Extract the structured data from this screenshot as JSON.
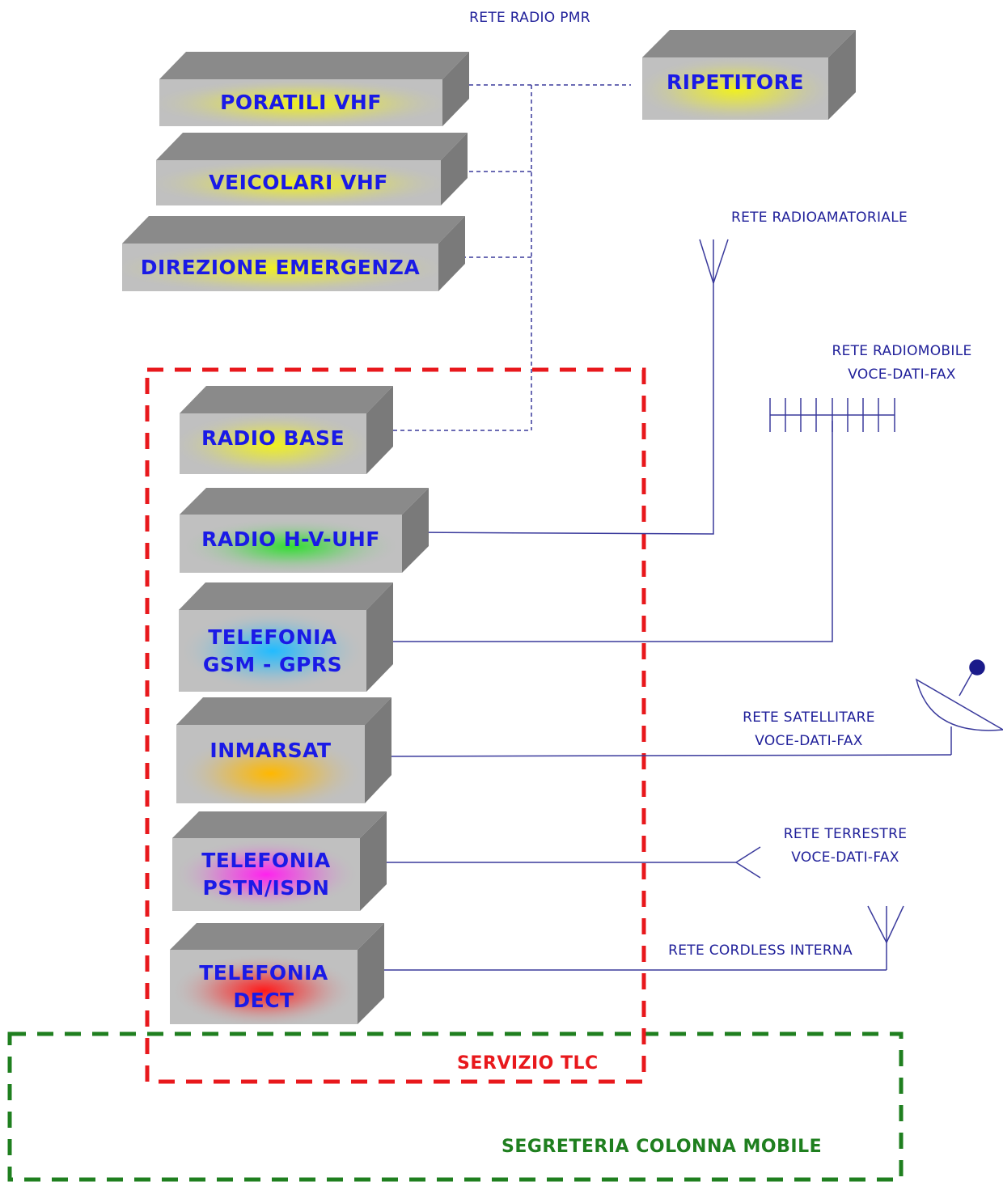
{
  "colors": {
    "text_blue": "#1a1ae6",
    "net_text": "#20209a",
    "line_blue": "#3a3a9c",
    "box_face": "#c0c0c0",
    "box_top": "#8a8a8a",
    "box_side": "#7a7a7a",
    "tlc_border": "#e8181c",
    "segreteria_border": "#1f7f1f"
  },
  "boxes": [
    {
      "id": "poratili-vhf",
      "lines": [
        "PORATILI VHF"
      ],
      "glow": "#f0f020"
    },
    {
      "id": "veicolari-vhf",
      "lines": [
        "VEICOLARI VHF"
      ],
      "glow": "#f0f020"
    },
    {
      "id": "direzione-emergenza",
      "lines": [
        "DIREZIONE EMERGENZA"
      ],
      "glow": "#f0f020"
    },
    {
      "id": "ripetitore",
      "lines": [
        "RIPETITORE"
      ],
      "glow": "#f0f020"
    },
    {
      "id": "radio-base",
      "lines": [
        "RADIO BASE"
      ],
      "glow": "#f0f020"
    },
    {
      "id": "radio-hvuhf",
      "lines": [
        "RADIO H-V-UHF"
      ],
      "glow": "#33dd33"
    },
    {
      "id": "telefonia-gsm",
      "lines": [
        "TELEFONIA",
        "GSM - GPRS"
      ],
      "glow": "#22bbff"
    },
    {
      "id": "inmarsat",
      "lines": [
        "INMARSAT"
      ],
      "glow": "#ffb800"
    },
    {
      "id": "telefonia-pstn",
      "lines": [
        "TELEFONIA",
        "PSTN/ISDN"
      ],
      "glow": "#ff22ee"
    },
    {
      "id": "telefonia-dect",
      "lines": [
        "TELEFONIA",
        "DECT"
      ],
      "glow": "#ff1a1a"
    }
  ],
  "networks": {
    "pmr": [
      "RETE RADIO PMR"
    ],
    "radioamatoriale": [
      "RETE RADIOAMATORIALE"
    ],
    "radiomobile": [
      "RETE RADIOMOBILE",
      "VOCE-DATI-FAX"
    ],
    "satellitare": [
      "RETE SATELLITARE",
      "VOCE-DATI-FAX"
    ],
    "terrestre": [
      "RETE TERRESTRE",
      "VOCE-DATI-FAX"
    ],
    "cordless": [
      "RETE CORDLESS INTERNA"
    ]
  },
  "zones": {
    "tlc": "SERVIZIO TLC",
    "segreteria": "SEGRETERIA COLONNA MOBILE"
  }
}
